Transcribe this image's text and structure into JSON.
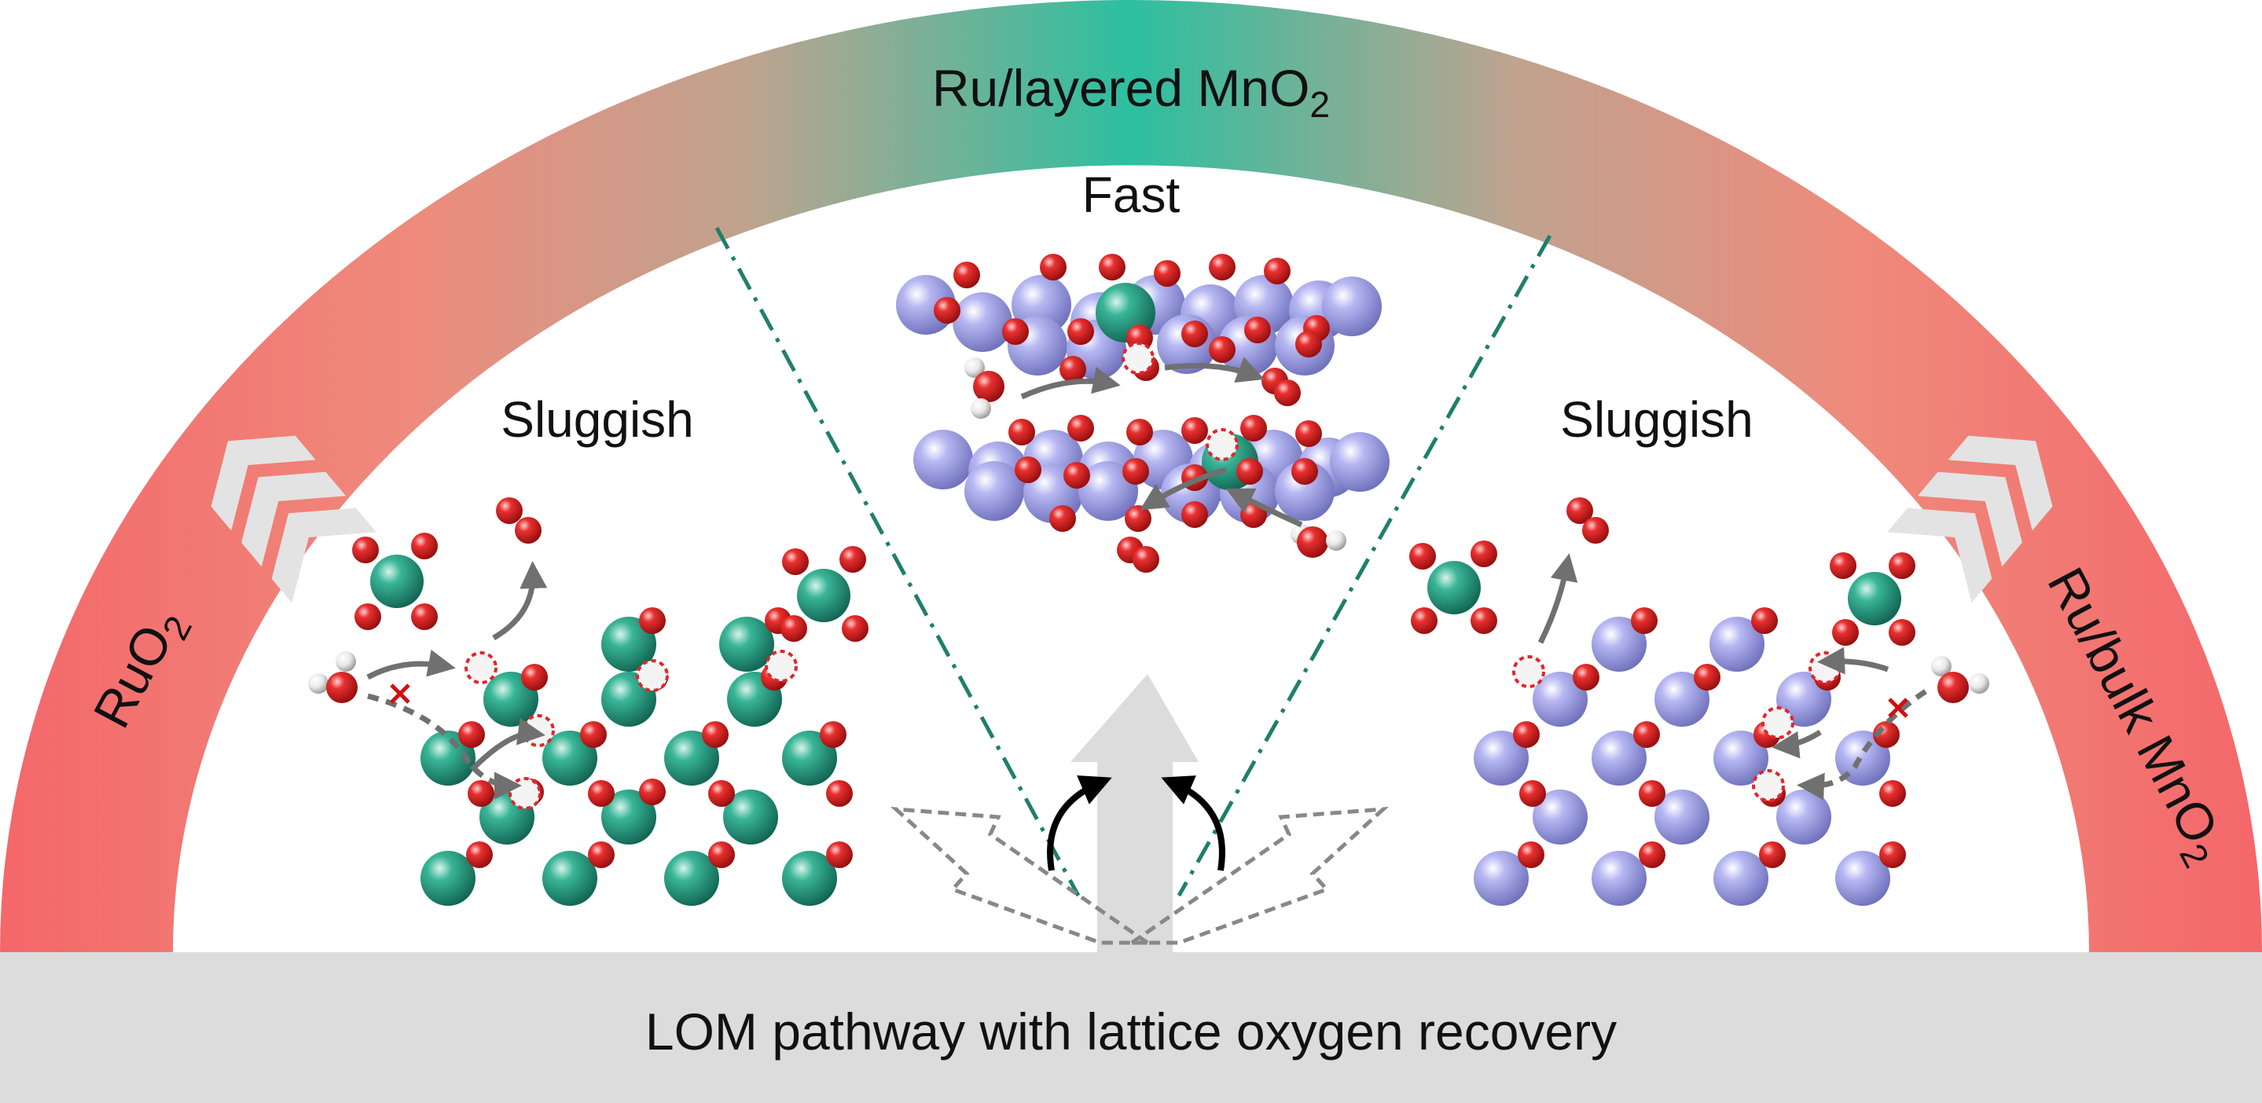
{
  "labels": {
    "top_arc_main": "Ru/layered MnO",
    "top_arc_sub": "2",
    "left_arc_main": "RuO",
    "left_arc_sub": "2",
    "right_arc_main": "Ru/bulk MnO",
    "right_arc_sub": "2",
    "center_rate": "Fast",
    "left_rate": "Sluggish",
    "right_rate": "Sluggish",
    "bottom_bar": "LOM pathway with lattice oxygen recovery"
  },
  "colors": {
    "arc_edge": "#f4676a",
    "arc_mid": "#c2a08d",
    "arc_top": "#2cbfa0",
    "ru_atom": "#2ba58a",
    "mn_atom": "#a8a9ea",
    "o_atom": "#e0262c",
    "h_atom": "#eeeeee",
    "base_bar": "#dcdcdc",
    "divider": "#1f7f6c",
    "vacancy": "#e0262c",
    "blocked": "#d01010"
  },
  "icons": {
    "left_chevrons": "chevron-up-icon",
    "right_chevrons": "chevron-up-icon",
    "center_arrow": "up-arrow-icon"
  }
}
